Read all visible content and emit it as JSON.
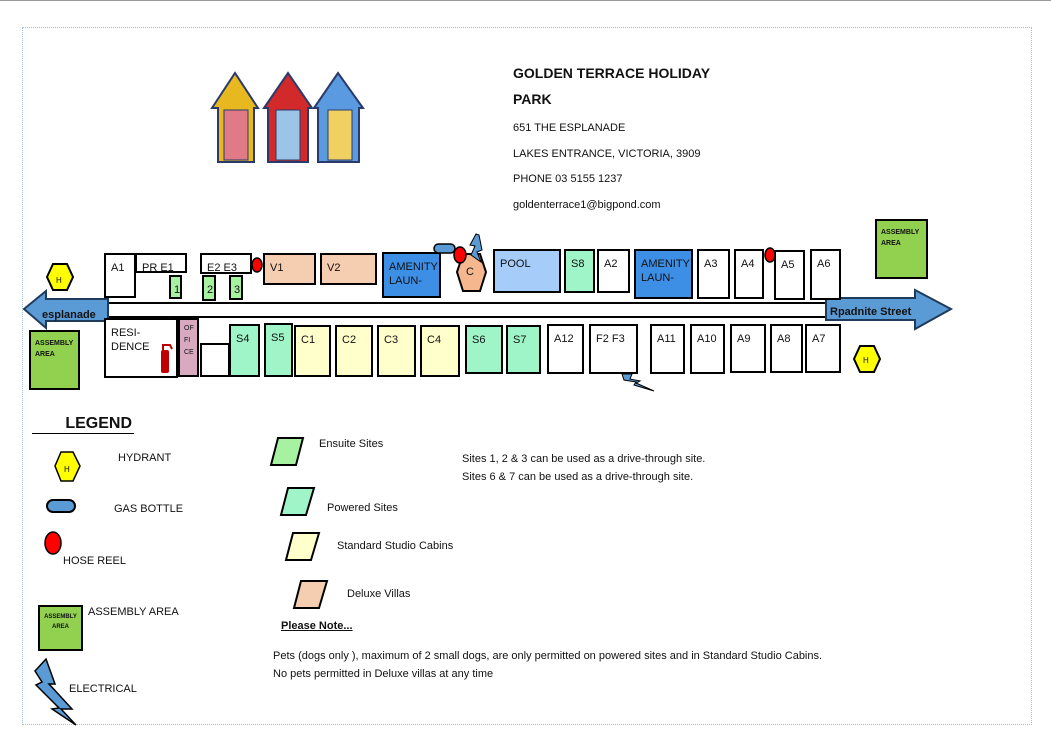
{
  "header": {
    "title_line1": "GOLDEN TERRACE HOLIDAY",
    "title_line2": "PARK",
    "address": "651 THE ESPLANADE",
    "town": "LAKES ENTRANCE, VICTORIA, 3909",
    "phone": "PHONE 03 5155 1237",
    "email": "goldenterrace1@bigpond.com"
  },
  "roads": {
    "left": "esplanade",
    "right": "Rpadnite Street"
  },
  "assembly_label_1": "ASSEMBLY",
  "assembly_label_2": "AREA",
  "hydrant_letter": "H",
  "top_row": {
    "a1": "A1",
    "pr_e1": "PR   E1",
    "s1": "1",
    "e2_e3": "E2    E3",
    "s2": "2",
    "s3": "3",
    "v1": "V1",
    "v2": "V2",
    "amenity1": "AMENITY LAUN-",
    "camp_kitchen": "C",
    "pool": "POOL",
    "s8": "S8",
    "a2": "A2",
    "amenity2": "AMENITY LAUN-",
    "a3": "A3",
    "a4": "A4",
    "a5": "A5",
    "a6": "A6"
  },
  "bottom_row": {
    "residence": "RESI-DENCE",
    "office_1": "OF",
    "office_2": "FI",
    "office_3": "CE",
    "s4": "S4",
    "s5": "S5",
    "c1": "C1",
    "c2": "C2",
    "c3": "C3",
    "c4": "C4",
    "s6": "S6",
    "s7": "S7",
    "a12": "A12",
    "f2f3": "F2 F3",
    "a11": "A11",
    "a10": "A10",
    "a9": "A9",
    "a8": "A8",
    "a7": "A7"
  },
  "legend": {
    "title": "LEGEND",
    "hydrant": "HYDRANT",
    "gas_bottle": "GAS BOTTLE",
    "hose_reel": "HOSE REEL",
    "assembly_area": "ASSEMBLY AREA",
    "electrical": "ELECTRICAL",
    "ensuite": "Ensuite Sites",
    "powered": "Powered Sites",
    "standard": "Standard Studio Cabins",
    "deluxe": "Deluxe Villas"
  },
  "notes": {
    "drive1": "Sites 1, 2 & 3 can be used as a drive-through site.",
    "drive2": "Sites 6 & 7 can be used as a drive-through site.",
    "please_note": "Please Note...",
    "pets1": "Pets (dogs only ), maximum of 2 small dogs,  are only permitted on powered sites and in Standard Studio Cabins.",
    "pets2": "No pets permitted in Deluxe villas at any time"
  },
  "colors": {
    "ensuite": "#a6f2a0",
    "powered": "#a0f5c8",
    "standard": "#ffffcc",
    "deluxe": "#f5cdb0",
    "amenity": "#3d8fe6",
    "pool": "#a6cdf9",
    "assembly": "#92d050",
    "road_arrow": "#5b9bd5",
    "hydrant": "#ffff00",
    "hose": "#ff0000"
  }
}
